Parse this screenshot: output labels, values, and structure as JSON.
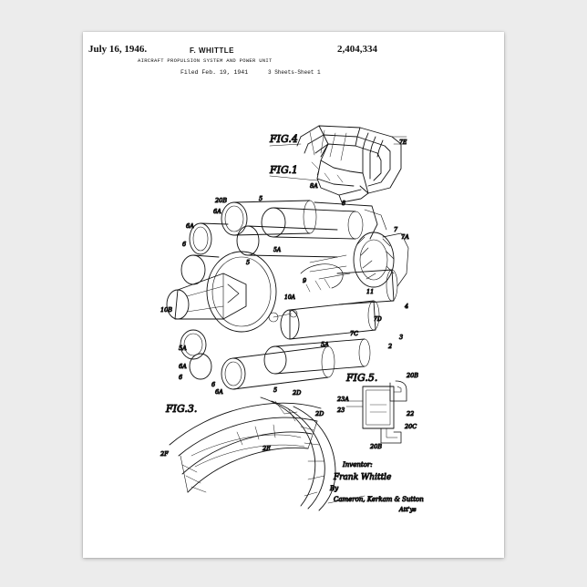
{
  "header": {
    "date": "July 16, 1946.",
    "inventor": "F. WHITTLE",
    "patent_number": "2,404,334",
    "title": "AIRCRAFT PROPULSION SYSTEM AND POWER UNIT",
    "filed": "Filed Feb. 19, 1941",
    "sheets": "3 Sheets-Sheet 1"
  },
  "figures": {
    "fig1": "FIG.1",
    "fig3": "FIG.3.",
    "fig4": "FIG.4",
    "fig5": "FIG.5."
  },
  "signature": {
    "inventor_label": "Inventor:",
    "inventor_name": "Frank Whittle",
    "by": "By",
    "attorneys": "Cameron, Kerkam & Sutton",
    "attys_label": "Att'ys"
  },
  "labels": {
    "l_20b_top": "20B",
    "l_6a_1": "6A",
    "l_6a_2": "6A",
    "l_6a_3": "6A",
    "l_6a_4": "6A",
    "l_6_1": "6",
    "l_6_2": "6",
    "l_6_3": "6",
    "l_5_1": "5",
    "l_5_2": "5",
    "l_5_3": "5",
    "l_5a_1": "5A",
    "l_5a_2": "5A",
    "l_5a_3": "5A",
    "l_8": "8",
    "l_8a": "8A",
    "l_7": "7",
    "l_7a": "7A",
    "l_7c": "7C",
    "l_7d": "7D",
    "l_7e": "7E",
    "l_10b": "10B",
    "l_10a": "10A",
    "l_4": "4",
    "l_3": "3",
    "l_2": "2",
    "l_22": "22",
    "l_23": "23",
    "l_23a": "23A",
    "l_20b_5": "20B",
    "l_20c": "20C",
    "l_2d_1": "2D",
    "l_2d_2": "2D",
    "l_2e": "2E",
    "l_2f": "2F",
    "l_9": "9",
    "l_11": "11"
  }
}
